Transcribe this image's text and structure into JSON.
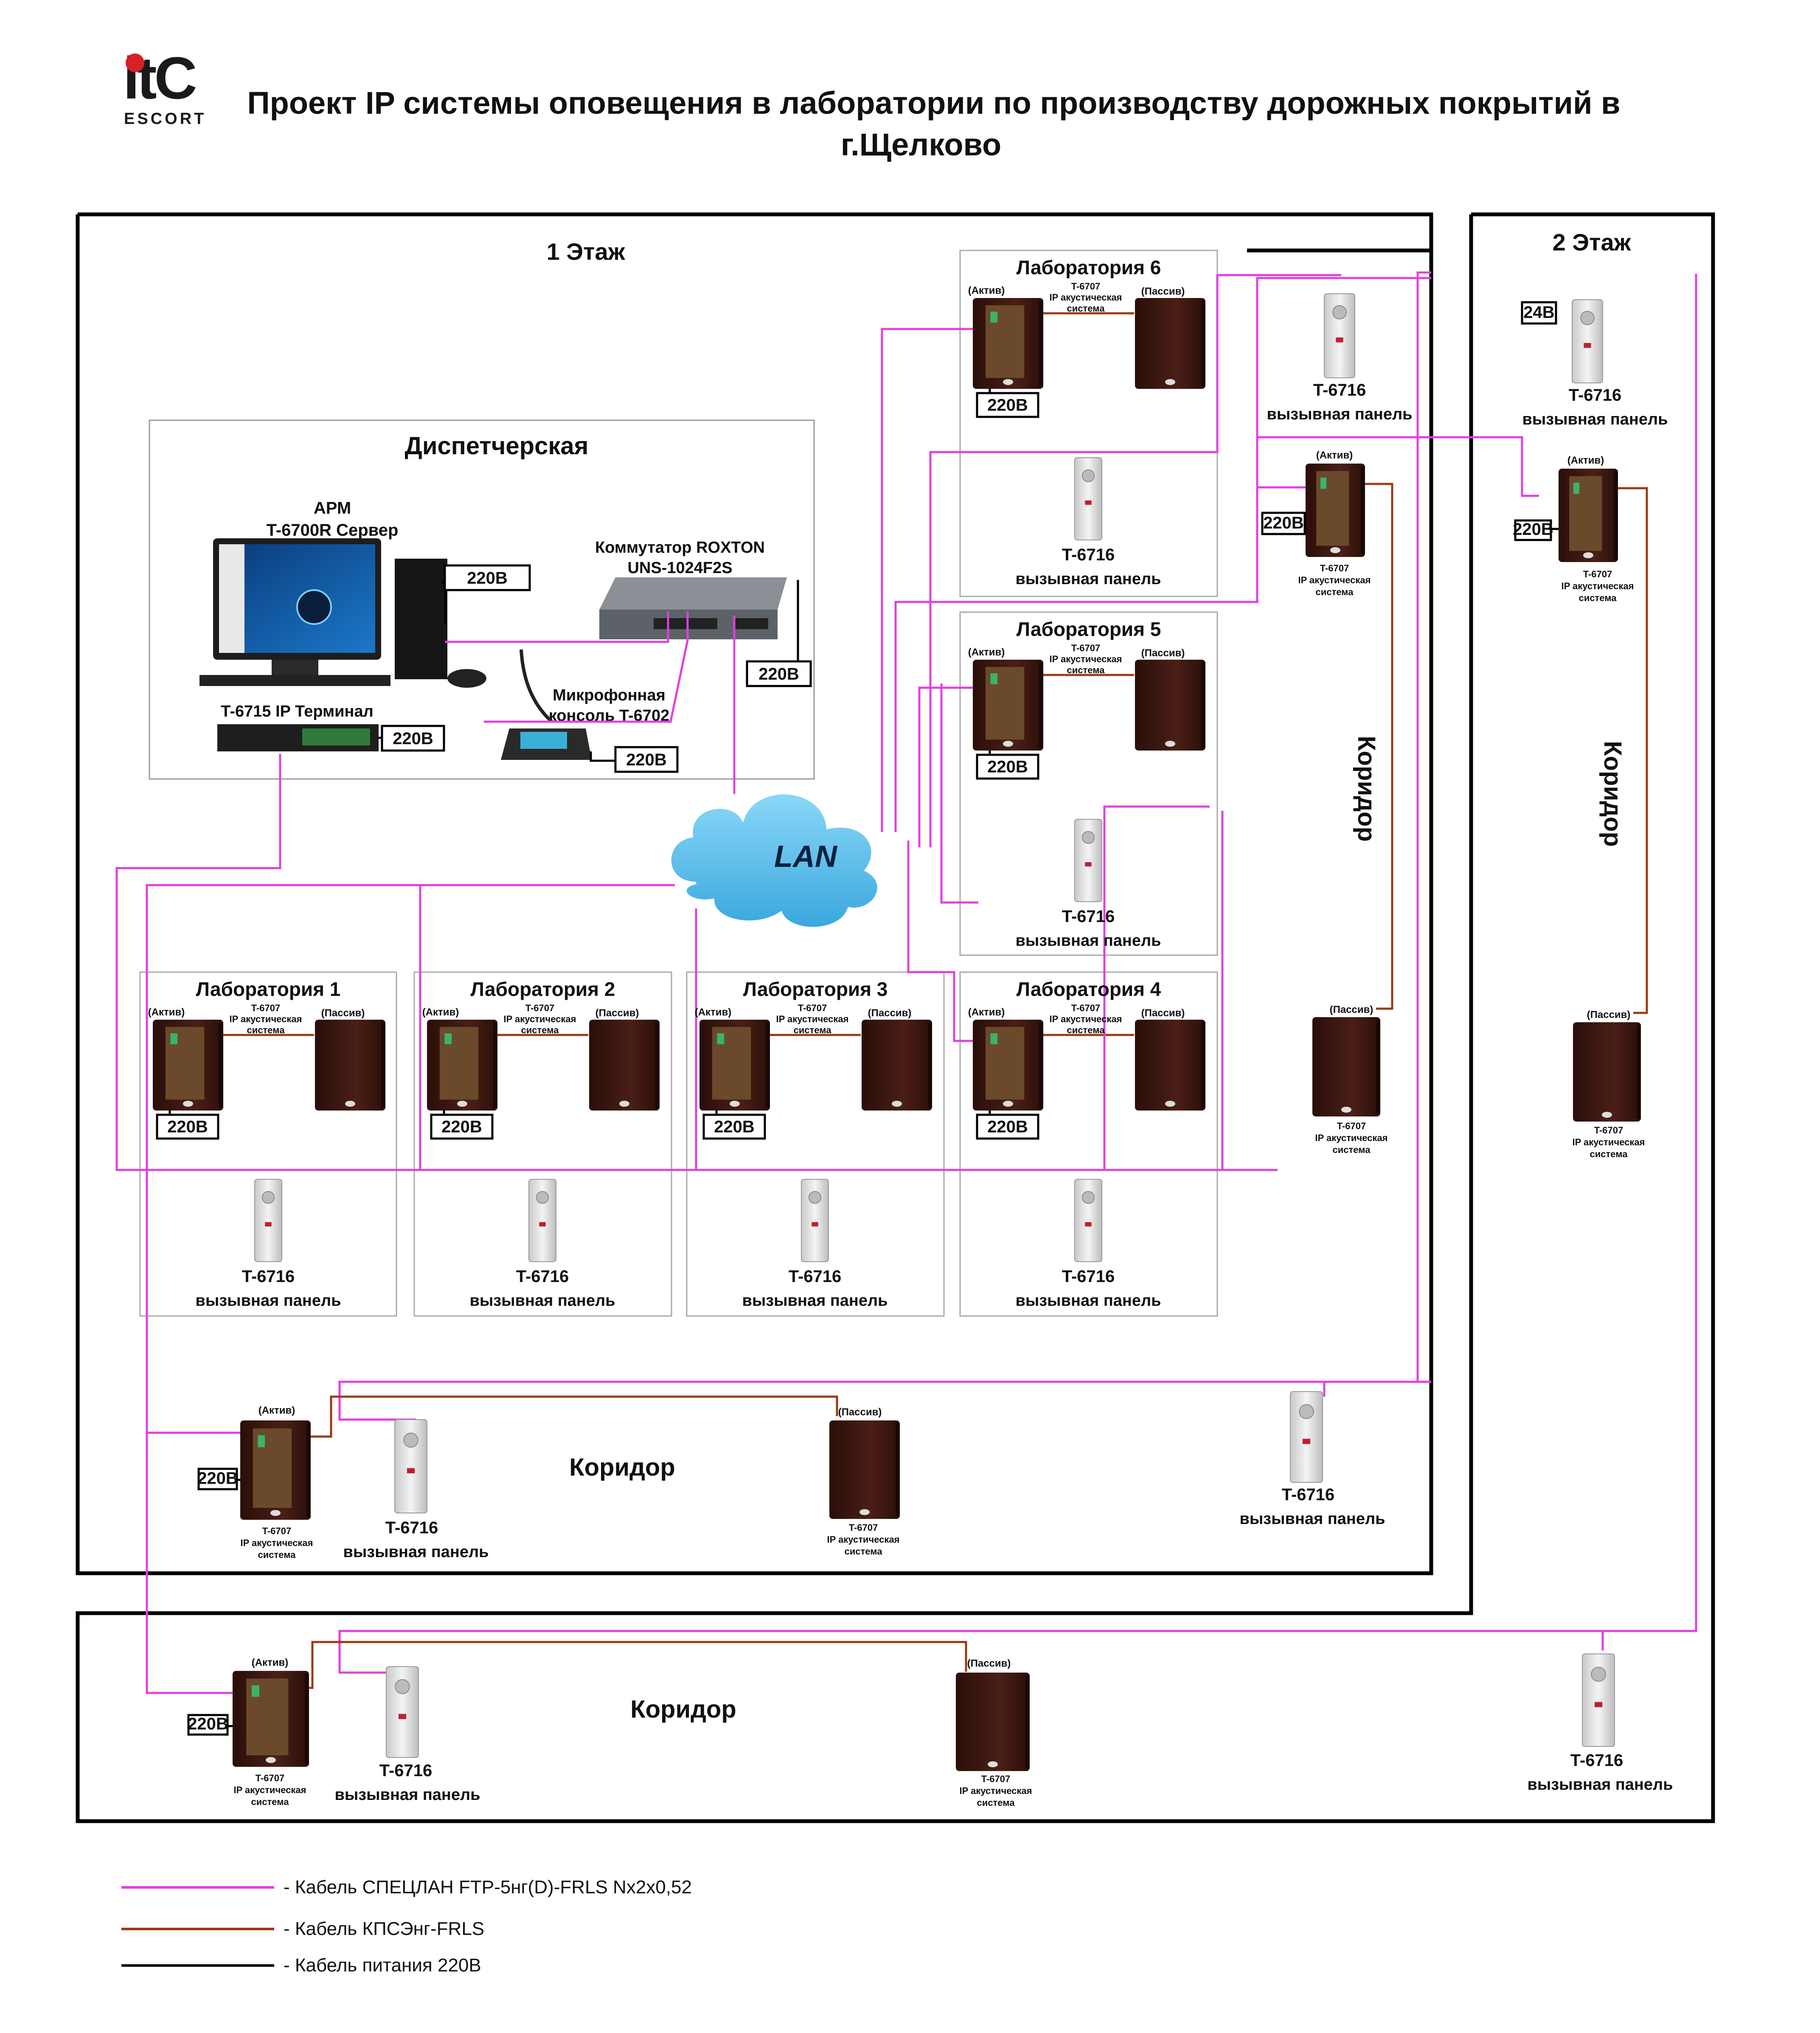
{
  "title_lines": [
    "Проект IP системы оповещения в лаборатории по производству дорожных покрытий в",
    "г.Щелково"
  ],
  "logo": {
    "brand": "itC",
    "sub": "ESCORT"
  },
  "floors": {
    "floor1": "1 Этаж",
    "floor2": "2 Этаж"
  },
  "dispatch": {
    "title": "Диспетчерская",
    "arm_title": "АРМ",
    "server_label": "T-6700R Сервер",
    "switch_lines": [
      "Коммутатор ROXTON",
      "UNS-1024F2S"
    ],
    "mic_lines": [
      "Микрофонная",
      "консоль T-6702"
    ],
    "terminal_label": "T-6715 IP Терминал"
  },
  "lan_label": "LAN",
  "labs": [
    "Лаборатория 1",
    "Лаборатория 2",
    "Лаборатория 3",
    "Лаборатория 4",
    "Лаборатория 5",
    "Лаборатория 6"
  ],
  "corridor_label": "Коридор",
  "speaker": {
    "active": "(Актив)",
    "passive": "(Пассив)",
    "lines": [
      "T-6707",
      "IP акустическая",
      "система"
    ]
  },
  "panel": {
    "model": "T-6716",
    "desc": "вызывная панель"
  },
  "power_220": "220В",
  "power_24": "24В",
  "legend": [
    {
      "label": "- Кабель СПЕЦЛАН FTP-5нг(D)-FRLS Nx2x0,52",
      "color": "#e040e0"
    },
    {
      "label": "- Кабель КПСЭнг-FRLS",
      "color": "#9a3a10"
    },
    {
      "label": "- Кабель питания 220В",
      "color": "#000000"
    }
  ],
  "colors": {
    "lan": "#e040e0",
    "speaker_cable": "#9a3a10",
    "power": "#000000",
    "speaker_body": "#3d1a14",
    "panel_body": "#d8d8d8",
    "cloud": "#5fc3ee"
  }
}
